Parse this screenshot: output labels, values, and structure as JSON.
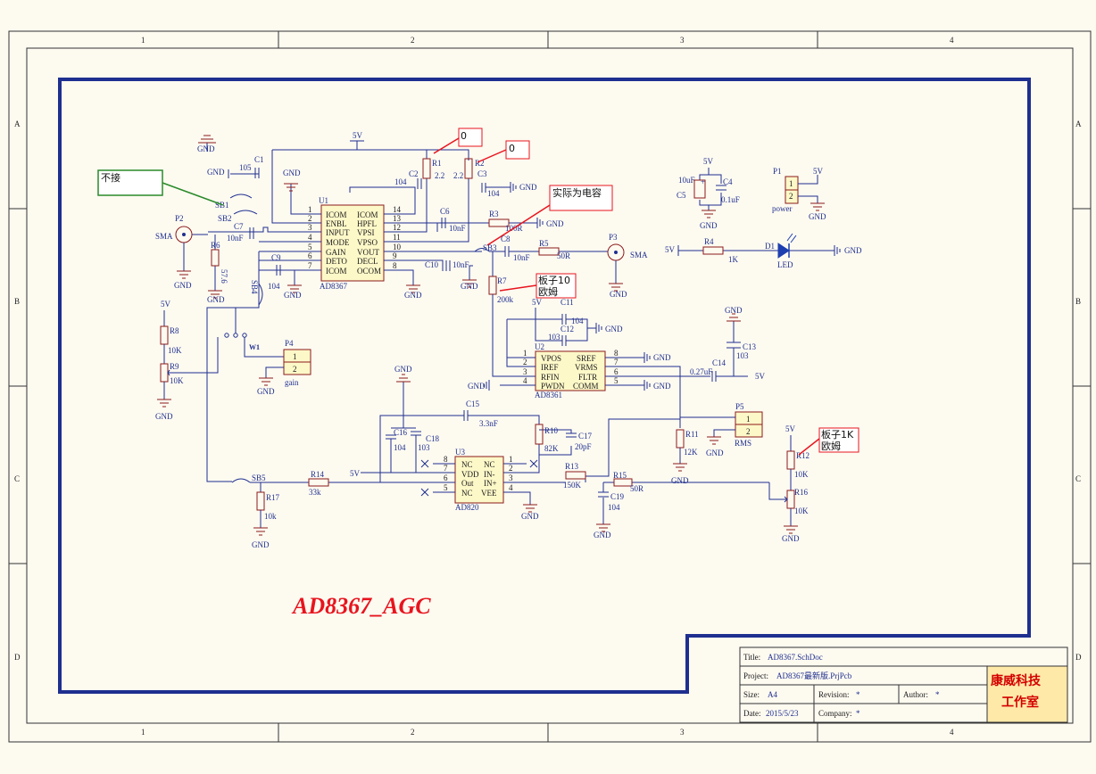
{
  "sheet": {
    "zones_top": [
      "1",
      "2",
      "3",
      "4"
    ],
    "zones_bottom": [
      "1",
      "2",
      "3",
      "4"
    ],
    "zones_left": [
      "A",
      "B",
      "C",
      "D"
    ],
    "zones_right": [
      "A",
      "B",
      "C",
      "D"
    ]
  },
  "design_title": "AD8367_AGC",
  "title_block": {
    "title_label": "Title:",
    "title_value": "AD8367.SchDoc",
    "project_label": "Project:",
    "project_value": "AD8367最新版.PrjPcb",
    "size_label": "Size:",
    "size_value": "A4",
    "revision_label": "Revision:",
    "revision_value": "*",
    "author_label": "Author:",
    "author_value": "*",
    "date_label": "Date:",
    "date_value": "2015/5/23",
    "company_label": "Company:",
    "company_value": "*",
    "logo_line1": "康威科技",
    "logo_line2": "工作室"
  },
  "notes": {
    "no_connect": "不接",
    "r1_zero": "0",
    "r2_zero": "0",
    "actual_cap": "实际为电容",
    "board_10_l1": "板子10",
    "board_10_l2": "欧姆",
    "board_1k_l1": "板子1K",
    "board_1k_l2": "欧姆"
  },
  "u1": {
    "ref": "U1",
    "part": "AD8367",
    "left_pins": [
      {
        "num": "1",
        "name": "ICOM"
      },
      {
        "num": "2",
        "name": "ENBL"
      },
      {
        "num": "3",
        "name": "INPUT"
      },
      {
        "num": "4",
        "name": "MODE"
      },
      {
        "num": "5",
        "name": "GAIN"
      },
      {
        "num": "6",
        "name": "DETO"
      },
      {
        "num": "7",
        "name": "ICOM"
      }
    ],
    "right_pins": [
      {
        "num": "14",
        "name": "ICOM"
      },
      {
        "num": "13",
        "name": "HPFL"
      },
      {
        "num": "12",
        "name": "VPSI"
      },
      {
        "num": "11",
        "name": "VPSO"
      },
      {
        "num": "10",
        "name": "VOUT"
      },
      {
        "num": "9",
        "name": "DECL"
      },
      {
        "num": "8",
        "name": "OCOM"
      }
    ]
  },
  "u2": {
    "ref": "U2",
    "part": "AD8361",
    "left_pins": [
      {
        "num": "1",
        "name": "VPOS"
      },
      {
        "num": "2",
        "name": "IREF"
      },
      {
        "num": "3",
        "name": "RFIN"
      },
      {
        "num": "4",
        "name": "PWDN"
      }
    ],
    "right_pins": [
      {
        "num": "8",
        "name": "SREF"
      },
      {
        "num": "7",
        "name": "VRMS"
      },
      {
        "num": "6",
        "name": "FLTR"
      },
      {
        "num": "5",
        "name": "COMM"
      }
    ]
  },
  "u3": {
    "ref": "U3",
    "part": "AD820",
    "left_pins": [
      {
        "num": "8",
        "name": "NC"
      },
      {
        "num": "7",
        "name": "VDD"
      },
      {
        "num": "6",
        "name": "Out"
      },
      {
        "num": "5",
        "name": "NC"
      }
    ],
    "right_pins": [
      {
        "num": "1",
        "name": "NC"
      },
      {
        "num": "2",
        "name": "IN-"
      },
      {
        "num": "3",
        "name": "IN+"
      },
      {
        "num": "4",
        "name": "VEE"
      }
    ]
  },
  "connectors": {
    "p1": {
      "ref": "P1",
      "label": "power",
      "pins": [
        "1",
        "2"
      ]
    },
    "p4": {
      "ref": "P4",
      "label": "gain",
      "pins": [
        "1",
        "2"
      ]
    },
    "p5": {
      "ref": "P5",
      "label": "RMS",
      "pins": [
        "1",
        "2"
      ]
    },
    "p2": {
      "ref": "P2",
      "label": "SMA"
    },
    "p3": {
      "ref": "P3",
      "label": "SMA"
    }
  },
  "parts": {
    "c1": {
      "ref": "C1",
      "value": "105"
    },
    "c2": {
      "ref": "C2",
      "value": "104"
    },
    "c3": {
      "ref": "C3",
      "value": "104"
    },
    "c4": {
      "ref": "C4",
      "value": "0.1uF"
    },
    "c5": {
      "ref": "C5",
      "value": "10uF"
    },
    "c6": {
      "ref": "C6",
      "value": "10nF"
    },
    "c7": {
      "ref": "C7",
      "value": "10nF"
    },
    "c8": {
      "ref": "C8",
      "value": "10nF"
    },
    "c9": {
      "ref": "C9",
      "value": "104"
    },
    "c10": {
      "ref": "C10",
      "value": "10nF"
    },
    "c11": {
      "ref": "C11",
      "value": "104"
    },
    "c12": {
      "ref": "C12",
      "value": "103"
    },
    "c13": {
      "ref": "C13",
      "value": "103"
    },
    "c14": {
      "ref": "C14",
      "value": "0.27uF"
    },
    "c15": {
      "ref": "C15",
      "value": "3.3nF"
    },
    "c16": {
      "ref": "C16",
      "value": "104"
    },
    "c17": {
      "ref": "C17",
      "value": "20pF"
    },
    "c18": {
      "ref": "C18",
      "value": "103"
    },
    "c19": {
      "ref": "C19",
      "value": "104"
    },
    "r1": {
      "ref": "R1",
      "value": "2.2"
    },
    "r2": {
      "ref": "R2",
      "value": "2.2"
    },
    "r3": {
      "ref": "R3",
      "value": "100R"
    },
    "r4": {
      "ref": "R4",
      "value": "1K"
    },
    "r5": {
      "ref": "R5",
      "value": "50R"
    },
    "r6": {
      "ref": "R6",
      "value": "57.6"
    },
    "r7": {
      "ref": "R7",
      "value": "200k"
    },
    "r8": {
      "ref": "R8",
      "value": "10K"
    },
    "r9": {
      "ref": "R9",
      "value": "10K"
    },
    "r10": {
      "ref": "R10",
      "value": "82K"
    },
    "r11": {
      "ref": "R11",
      "value": "12K"
    },
    "r12": {
      "ref": "R12",
      "value": "10K"
    },
    "r13": {
      "ref": "R13",
      "value": "150K"
    },
    "r14": {
      "ref": "R14",
      "value": "33k"
    },
    "r15": {
      "ref": "R15",
      "value": "50R"
    },
    "r16": {
      "ref": "R16",
      "value": "10K"
    },
    "r17": {
      "ref": "R17",
      "value": "10k"
    },
    "d1": {
      "ref": "D1",
      "value": "LED"
    },
    "sb1": {
      "ref": "SB1"
    },
    "sb2": {
      "ref": "SB2"
    },
    "sb3": {
      "ref": "SB3"
    },
    "sb4": {
      "ref": "SB4"
    },
    "sb5": {
      "ref": "SB5"
    },
    "w1": {
      "ref": "W1"
    }
  },
  "nets": {
    "gnd": "GND",
    "vcc": "5V"
  },
  "colors": {
    "wire": "#1e2f8f",
    "frame": "#1e2f8f",
    "part": "#8b1a1a",
    "note_red": "#e8141e",
    "note_green": "#2a8a2a",
    "chip_fill": "#fdf8c8"
  }
}
